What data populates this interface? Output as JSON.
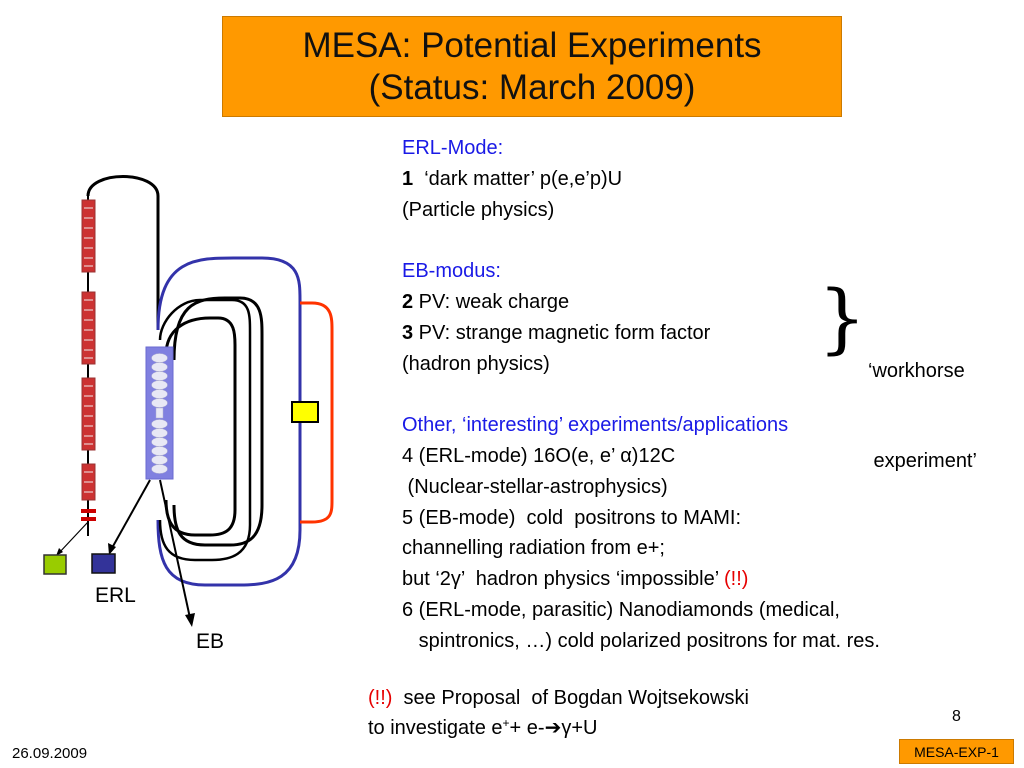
{
  "title": {
    "line1": "MESA:  Potential Experiments",
    "line2": "(Status: March 2009)"
  },
  "diagram": {
    "erl_label": "ERL",
    "eb_label": "EB",
    "colors": {
      "blue_loop": "#3333aa",
      "red_arc": "#ff3300",
      "cavity": "#8080e0",
      "green_box": "#99cc00",
      "navy_box": "#333399",
      "yellow_box": "#ffff00",
      "magnet_red": "#cc3333"
    }
  },
  "content": {
    "erl_heading": "ERL-Mode:",
    "exp1_num": "1",
    "exp1_text": "  ‘dark matter’ p(e,e’p)U",
    "exp1_sub": "(Particle physics)",
    "eb_heading": "EB-modus:",
    "exp2_num": "2",
    "exp2_text": " PV: weak charge",
    "exp3_num": "3",
    "exp3_text": " PV: strange magnetic form factor",
    "exp23_sub": "(hadron physics)",
    "other_heading": "Other, ‘interesting’ experiments/applications",
    "exp4_text": "4 (ERL-mode) 16O(e, e’ α)12C",
    "exp4_sub": " (Nuclear-stellar-astrophysics)",
    "exp5_line1": "5 (EB-mode)  cold  positrons to MAMI:",
    "exp5_line2": "channelling radiation from e+;",
    "exp5_line3": "but ‘2γ’  hadron physics ‘impossible’ ",
    "exp5_flag": "(!!)",
    "exp6_line1": "6 (ERL-mode, parasitic) Nanodiamonds (medical,",
    "exp6_line2": "   spintronics, …) cold polarized positrons for mat. res."
  },
  "workhorse": {
    "brace": "}",
    "line1": "‘workhorse",
    "line2": " experiment’"
  },
  "proposal": {
    "flag": "(!!)",
    "line1": "  see Proposal  of Bogdan Wojtsekowski",
    "line2_a": "to investigate e",
    "line2_sup": "+",
    "line2_b": "+ e-",
    "line2_arrow": "➔",
    "line2_c": "γ+U"
  },
  "footer": {
    "page_number": "8",
    "date": "26.09.2009",
    "badge": "MESA-EXP-1"
  }
}
